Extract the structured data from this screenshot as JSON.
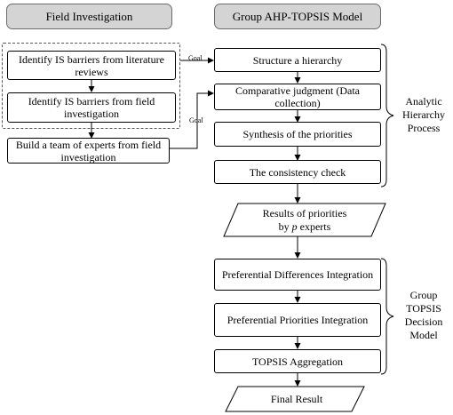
{
  "headers": {
    "left": "Field Investigation",
    "right": "Group AHP-TOPSIS Model"
  },
  "left_boxes": {
    "lit": "Identify IS barriers from literature reviews",
    "field": "Identify IS barriers from field investigation",
    "team": "Build a team of experts from field investigation"
  },
  "ahp_steps": {
    "hierarchy": "Structure a hierarchy",
    "judgment": "Comparative judgment (Data collection)",
    "synthesis": "Synthesis of the priorities",
    "consistency": "The consistency check"
  },
  "results": {
    "priorities_line1": "Results of priorities",
    "priorities_line2_pre": "by ",
    "priorities_line2_var": "p",
    "priorities_line2_post": " experts",
    "final": "Final Result"
  },
  "topsis_steps": {
    "diff": "Preferential Differences Integration",
    "prio": "Preferential Priorities Integration",
    "agg": "TOPSIS Aggregation"
  },
  "labels": {
    "goal1": "Goal",
    "goal2": "Goal"
  },
  "side_labels": {
    "ahp": [
      "Analytic",
      "Hierarchy",
      "Process"
    ],
    "topsis": [
      "Group",
      "TOPSIS",
      "Decision",
      "Model"
    ]
  }
}
